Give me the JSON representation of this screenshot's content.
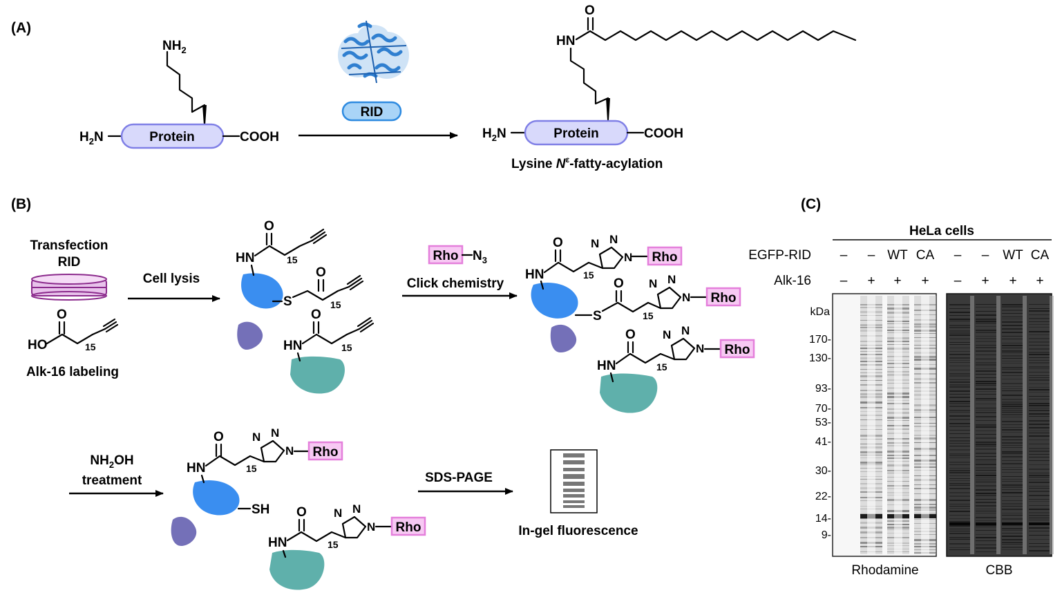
{
  "panels": {
    "a": "(A)",
    "b": "(B)",
    "c": "(C)"
  },
  "panel_a": {
    "nh2_side": "NH",
    "sub2": "2",
    "h2n_left": "H",
    "n_left": "N",
    "protein": "Protein",
    "cooh": "COOH",
    "enzyme": "RID",
    "product_hn": "HN",
    "product_o": "O",
    "caption_pre": "Lysine ",
    "caption_N": "N",
    "caption_sup": "ε",
    "caption_post": "-fatty-acylation"
  },
  "panel_b": {
    "transfection": "Transfection",
    "rid": "RID",
    "ho": "HO",
    "o": "O",
    "sub15": "15",
    "alk_label": "Alk-16 labeling",
    "cell_lysis": "Cell lysis",
    "hn": "HN",
    "s": "S",
    "rho": "Rho",
    "n3": "N",
    "n3_sub": "3",
    "click": "Click chemistry",
    "n": "N",
    "nh2oh": "NH",
    "nh2oh_sub": "2",
    "nh2oh_oh": "OH",
    "treatment": "treatment",
    "sh": "SH",
    "sds": "SDS-PAGE",
    "ingel": "In-gel fluorescence"
  },
  "panel_c": {
    "cells": "HeLa cells",
    "row1_label": "EGFP-RID",
    "row2_label": "Alk-16",
    "row1": [
      "–",
      "–",
      "WT",
      "CA",
      "–",
      "–",
      "WT",
      "CA"
    ],
    "row2": [
      "–",
      "+",
      "+",
      "+",
      "–",
      "+",
      "+",
      "+"
    ],
    "kda": "kDa",
    "markers": [
      "170-",
      "130-",
      "93-",
      "70-",
      "53-",
      "41-",
      "30-",
      "22-",
      "14-",
      "9-"
    ],
    "gel1": "Rhodamine",
    "gel2": "CBB"
  },
  "colors": {
    "protein_fill": "#d8d9fb",
    "protein_stroke": "#7f7fe6",
    "rho_fill": "#f7c9f3",
    "rho_stroke": "#e47fdb",
    "blob_blue": "#3a8ef0",
    "blob_purple": "#7470b8",
    "blob_teal": "#5fb0ab",
    "enzyme_badge": "#a9d4f7"
  }
}
